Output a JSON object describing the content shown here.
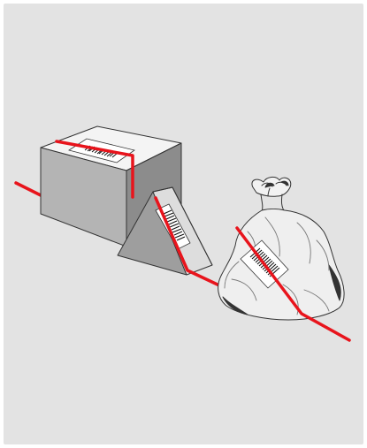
{
  "scene": {
    "background_color": "#e3e3e3",
    "laser_color": "#e8141c",
    "objects": [
      "box",
      "triangular-package",
      "poly-bag"
    ],
    "labels": [
      "barcode-label"
    ]
  }
}
